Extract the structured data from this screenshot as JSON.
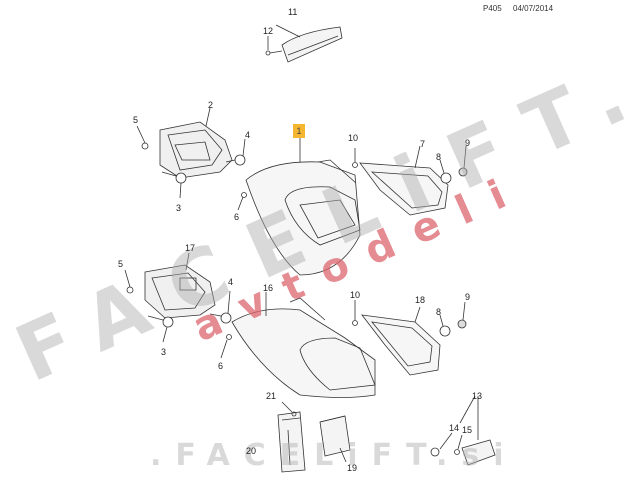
{
  "header": {
    "code": "P405",
    "date": "04/07/2014"
  },
  "highlight": {
    "callout": "1",
    "color": "#f5b731"
  },
  "callouts": {
    "c11": "11",
    "c12": "12",
    "c2": "2",
    "c5a": "5",
    "c4a": "4",
    "c3a": "3",
    "c6a": "6",
    "c10a": "10",
    "c7": "7",
    "c8a": "8",
    "c9a": "9",
    "c17": "17",
    "c5b": "5",
    "c4b": "4",
    "c3b": "3",
    "c16": "16",
    "c6b": "6",
    "c10b": "10",
    "c18": "18",
    "c8b": "8",
    "c9b": "9",
    "c21": "21",
    "c20": "20",
    "c19": "19",
    "c13": "13",
    "c14": "14",
    "c15": "15"
  },
  "watermark": {
    "main": "FACELiFT.si",
    "sub": "avtodeli",
    "bottom": ".FACELiFT.si",
    "grey_color": "#aaaaaa",
    "red_color": "#dc646e"
  }
}
